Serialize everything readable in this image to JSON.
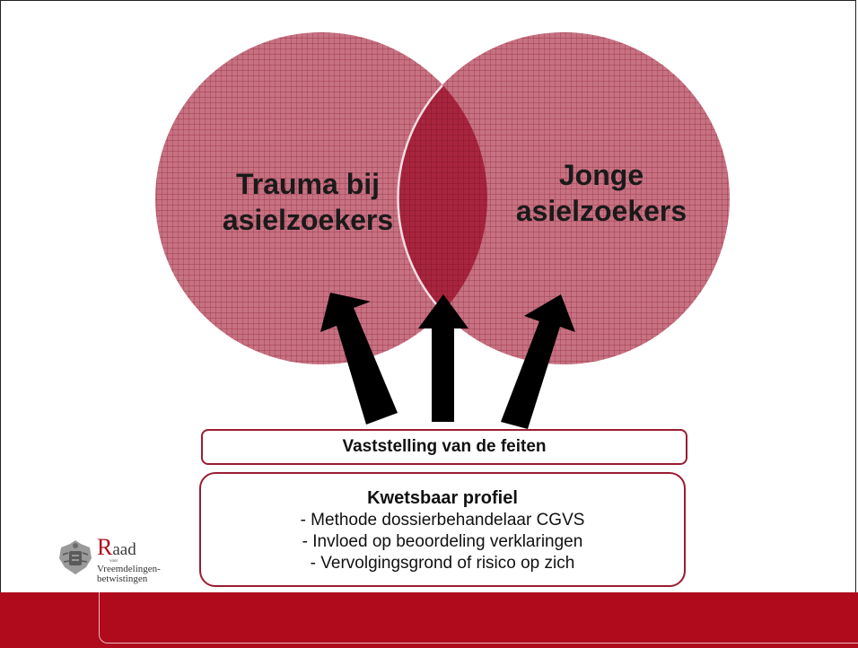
{
  "venn": {
    "left_label": [
      "Trauma bij",
      "asielzoekers"
    ],
    "right_label": [
      "Jonge",
      "asielzoekers"
    ]
  },
  "facts_box": {
    "label": "Vaststelling van de feiten"
  },
  "profile_box": {
    "title": "Kwetsbaar profiel",
    "items": [
      "- Methode dossierbehandelaar CGVS",
      "- Invloed op beoordeling verklaringen",
      "- Vervolgingsgrond of risico op zich"
    ]
  },
  "logo": {
    "name_initial": "R",
    "name_rest": "aad",
    "small": "voor",
    "line1": "Vreemdelingen-",
    "line2": "betwistingen"
  },
  "colors": {
    "circle_fill": "#c4707f",
    "grid_line": "#9e3a4c",
    "overlap_fill": "#a8253f",
    "box_border": "#9b1c31",
    "footer": "#b00a1d",
    "arrow": "#000000"
  }
}
